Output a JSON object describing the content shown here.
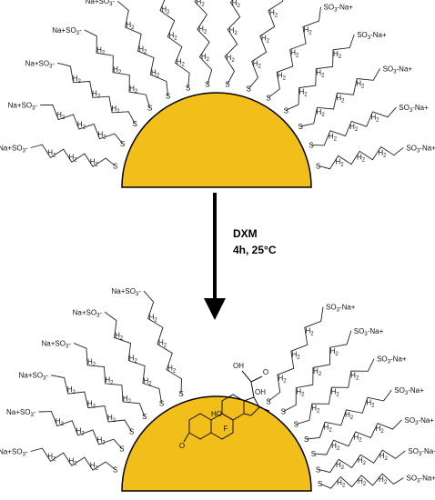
{
  "colors": {
    "gold": "#F2BE1A",
    "outline": "#000000",
    "ink": "#111111"
  },
  "reaction": {
    "reagent": "DXM",
    "conditions": "4h, 25°C"
  },
  "chain_labels": {
    "sulfur": "S",
    "methylene": "H2",
    "headgroup_left": "Na+SO3-",
    "headgroup_right": "SO3-Na+"
  },
  "top_particle": {
    "ligand_count": 14
  },
  "bottom_particle": {
    "ligand_count": 13,
    "drug": "dexamethasone"
  },
  "drug_atoms": {
    "hydroxyl": "HO",
    "oxygen": "O",
    "fluorine": "F",
    "hydroxy": "OH"
  }
}
